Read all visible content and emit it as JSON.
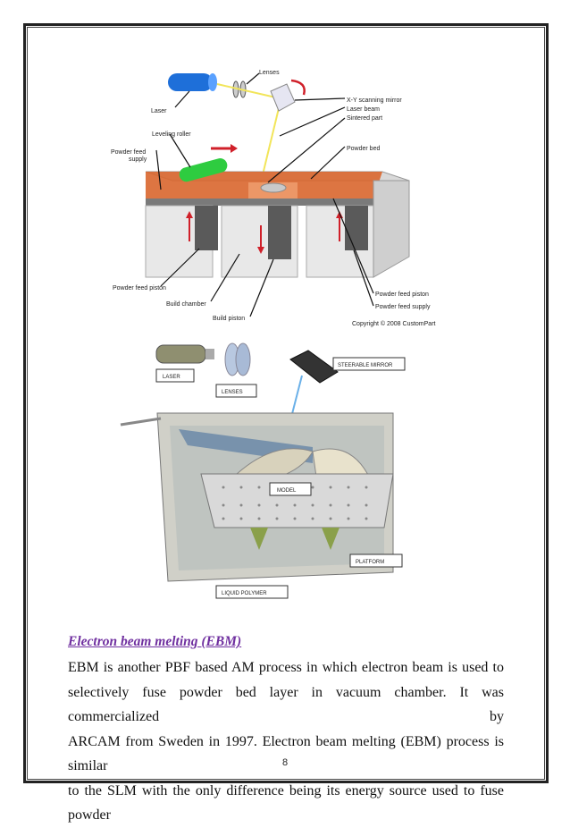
{
  "figure1": {
    "labels": {
      "lenses": "Lenses",
      "laser": "Laser",
      "xy_mirror": "X-Y scanning mirror",
      "laser_beam": "Laser beam",
      "sintered_part": "Sintered part",
      "leveling_roller": "Leveling roller",
      "powder_bed": "Powder bed",
      "powder_feed_supply_left_1": "Powder feed",
      "powder_feed_supply_left_2": "supply",
      "powder_feed_piston_left": "Powder feed piston",
      "build_chamber": "Build chamber",
      "build_piston": "Build piston",
      "powder_feed_piston_right": "Powder feed piston",
      "powder_feed_supply_right": "Powder feed supply",
      "copyright": "Copyright © 2008 CustomPartNet"
    },
    "colors": {
      "powder": "#d9662e",
      "laser": "#1e6fd9",
      "roller": "#2ecc40",
      "arrow": "#d0202a"
    }
  },
  "figure2": {
    "labels": {
      "laser": "LASER",
      "lenses": "LENSES",
      "steerable_mirror": "STEERABLE MIRROR",
      "model": "MODEL",
      "platform": "PLATFORM",
      "liquid_polymer": "LIQUID POLYMER"
    }
  },
  "section": {
    "heading": "Electron beam melting (EBM)",
    "lines": [
      "EBM is another PBF based AM process in which electron beam is used to",
      "selectively fuse powder bed layer in vacuum chamber. It was commercialized by",
      "ARCAM from Sweden in 1997. Electron beam melting (EBM) process is similar",
      "to the SLM with the only difference being its energy source used to fuse powder"
    ]
  },
  "page_number": "8"
}
